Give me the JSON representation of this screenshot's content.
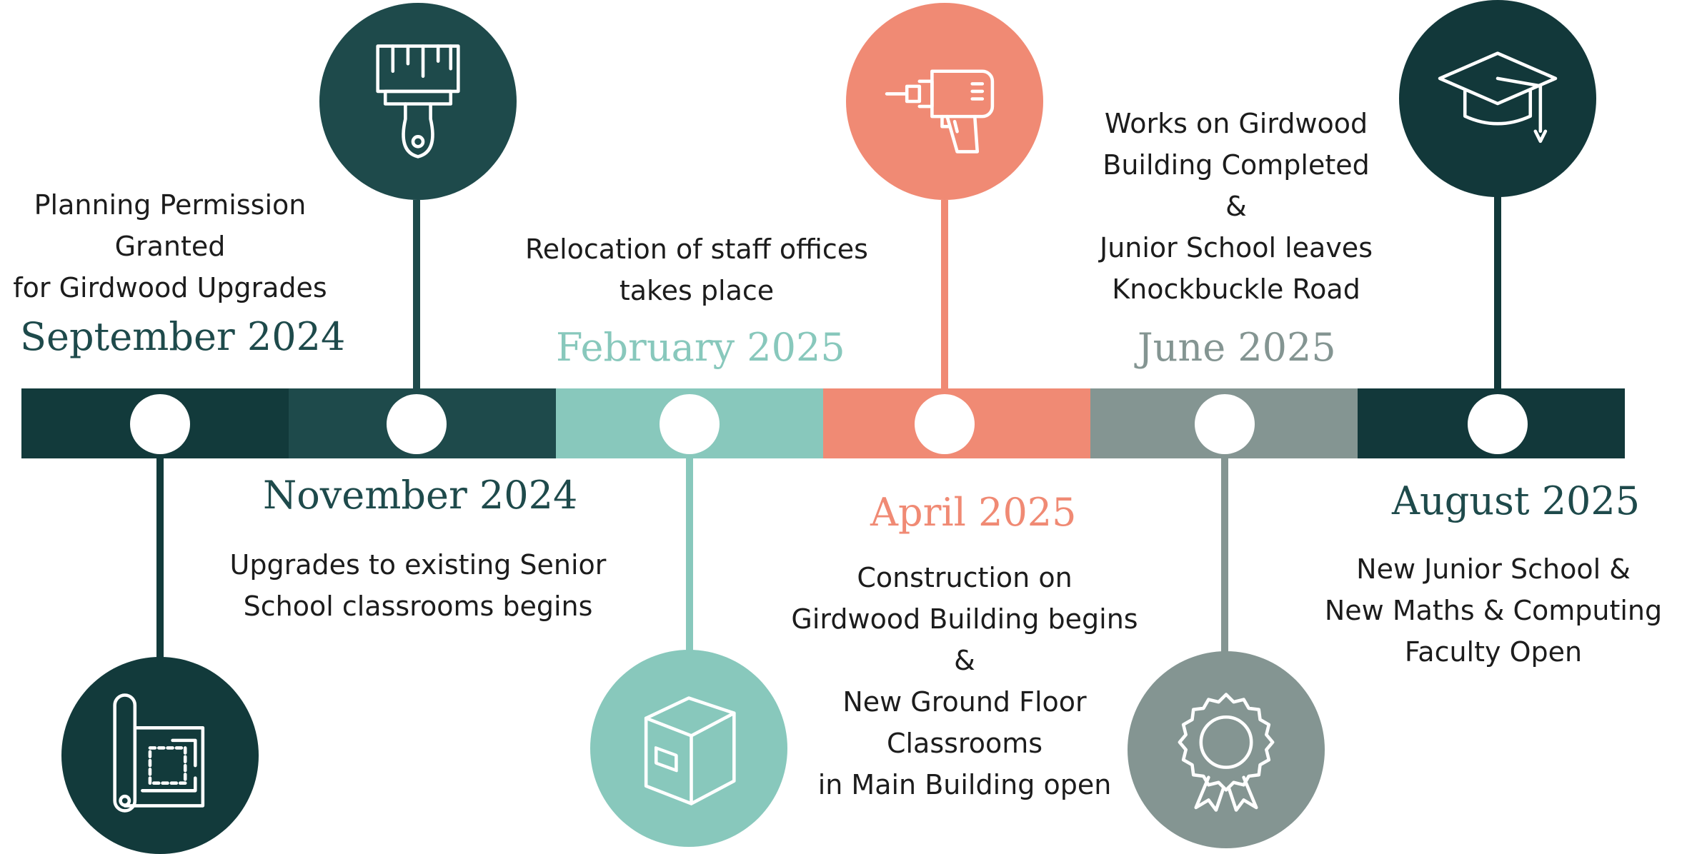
{
  "colors": {
    "dark_teal": "#123A3B",
    "teal": "#1E4A4B",
    "mint": "#88C8BC",
    "salmon": "#F08A74",
    "grey_green": "#849592",
    "dark_green": "#12383A"
  },
  "milestones": [
    {
      "date": "September 2024",
      "lines": [
        "Planning Permission",
        "Granted",
        "for Girdwood Upgrades"
      ],
      "icon": "blueprint-icon"
    },
    {
      "date": "November 2024",
      "lines": [
        "Upgrades to existing Senior",
        "School classrooms begins"
      ],
      "icon": "paint-brush-icon"
    },
    {
      "date": "February 2025",
      "lines": [
        "Relocation of staff offices",
        "takes place"
      ],
      "icon": "box-icon"
    },
    {
      "date": "April 2025",
      "lines": [
        "Construction on",
        "Girdwood Building begins",
        "&",
        "New Ground Floor",
        "Classrooms",
        "in Main Building open"
      ],
      "icon": "drill-icon"
    },
    {
      "date": "June 2025",
      "lines": [
        "Works on Girdwood",
        "Building Completed",
        "&",
        "Junior School leaves",
        "Knockbuckle Road"
      ],
      "icon": "award-rosette-icon"
    },
    {
      "date": "August 2025",
      "lines": [
        "New Junior School &",
        "New Maths & Computing",
        "Faculty Open"
      ],
      "icon": "graduation-cap-icon"
    }
  ]
}
